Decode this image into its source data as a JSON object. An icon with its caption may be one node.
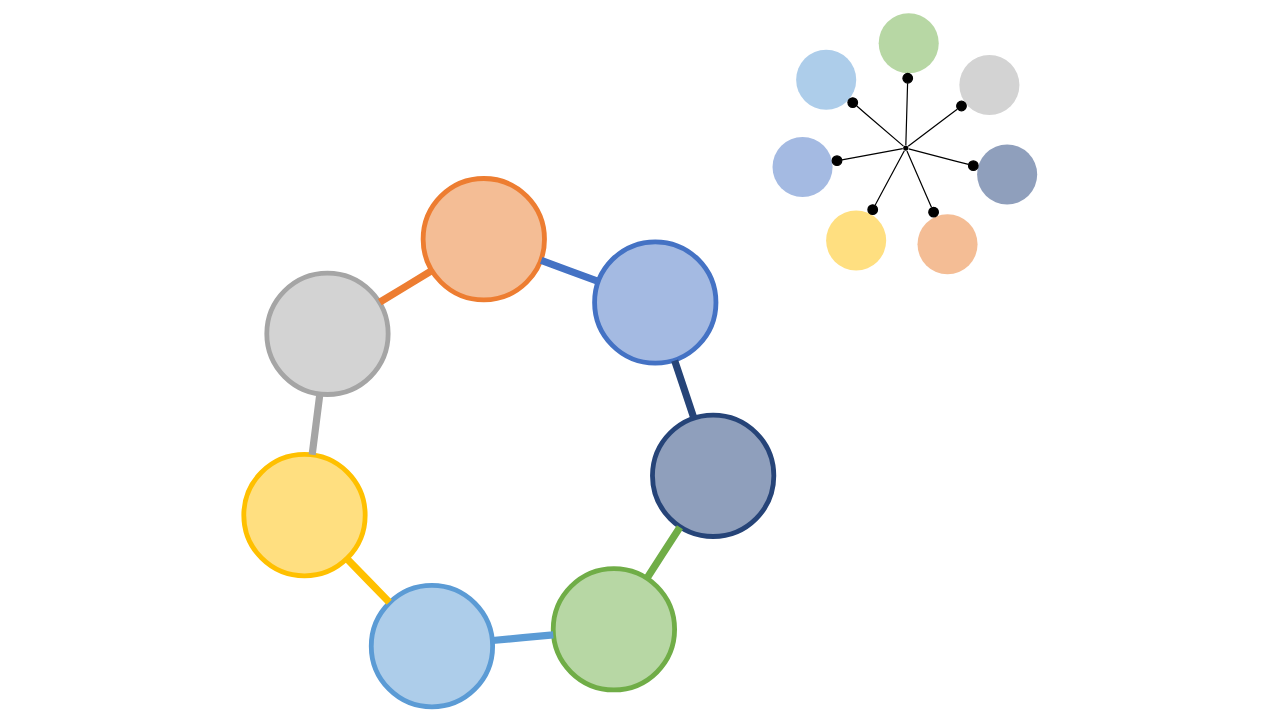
{
  "diagram": {
    "nodes": [
      {
        "text": [],
        "shape": "circle"
      },
      {
        "text": [],
        "shape": "circle"
      },
      {
        "text": [],
        "shape": "circle"
      },
      {
        "text": [],
        "shape": "circle"
      },
      {
        "text": [],
        "shape": "circle"
      },
      {
        "text": [],
        "shape": "circle"
      },
      {
        "text": [],
        "shape": "circle"
      },
      {
        "text": [],
        "shape": "circle"
      },
      {
        "text": [],
        "shape": "circle"
      },
      {
        "text": [],
        "shape": "circle"
      },
      {
        "text": [],
        "shape": "circle"
      },
      {
        "text": [],
        "shape": "circle"
      },
      {
        "text": [],
        "shape": "circle"
      },
      {
        "text": [],
        "shape": "circle"
      },
      {
        "text": [],
        "shape": "point"
      }
    ],
    "edges": [
      {
        "from": 0,
        "to": 1,
        "arrow": "none",
        "style": "thick",
        "color": "#264478"
      },
      {
        "from": 1,
        "to": 3,
        "arrow": "none",
        "style": "thick",
        "color": "#4472c4"
      },
      {
        "from": 3,
        "to": 5,
        "arrow": "none",
        "style": "thick",
        "color": "#ed7d31"
      },
      {
        "from": 5,
        "to": 6,
        "arrow": "none",
        "style": "thick",
        "color": "#a5a5a5"
      },
      {
        "from": 6,
        "to": 4,
        "arrow": "none",
        "style": "thick",
        "color": "#ffc000"
      },
      {
        "from": 4,
        "to": 2,
        "arrow": "none",
        "style": "thick",
        "color": "#5b9bd5"
      },
      {
        "from": 2,
        "to": 0,
        "arrow": "none",
        "style": "thick",
        "color": "#70ad47"
      },
      {
        "from": 14,
        "to": 7,
        "arrow": "other"
      },
      {
        "from": 14,
        "to": 8,
        "arrow": "other"
      },
      {
        "from": 14,
        "to": 9,
        "arrow": "other"
      },
      {
        "from": 14,
        "to": 10,
        "arrow": "other"
      },
      {
        "from": 14,
        "to": 11,
        "arrow": "other"
      },
      {
        "from": 14,
        "to": 12,
        "arrow": "other"
      },
      {
        "from": 14,
        "to": 13,
        "arrow": "other"
      }
    ]
  }
}
